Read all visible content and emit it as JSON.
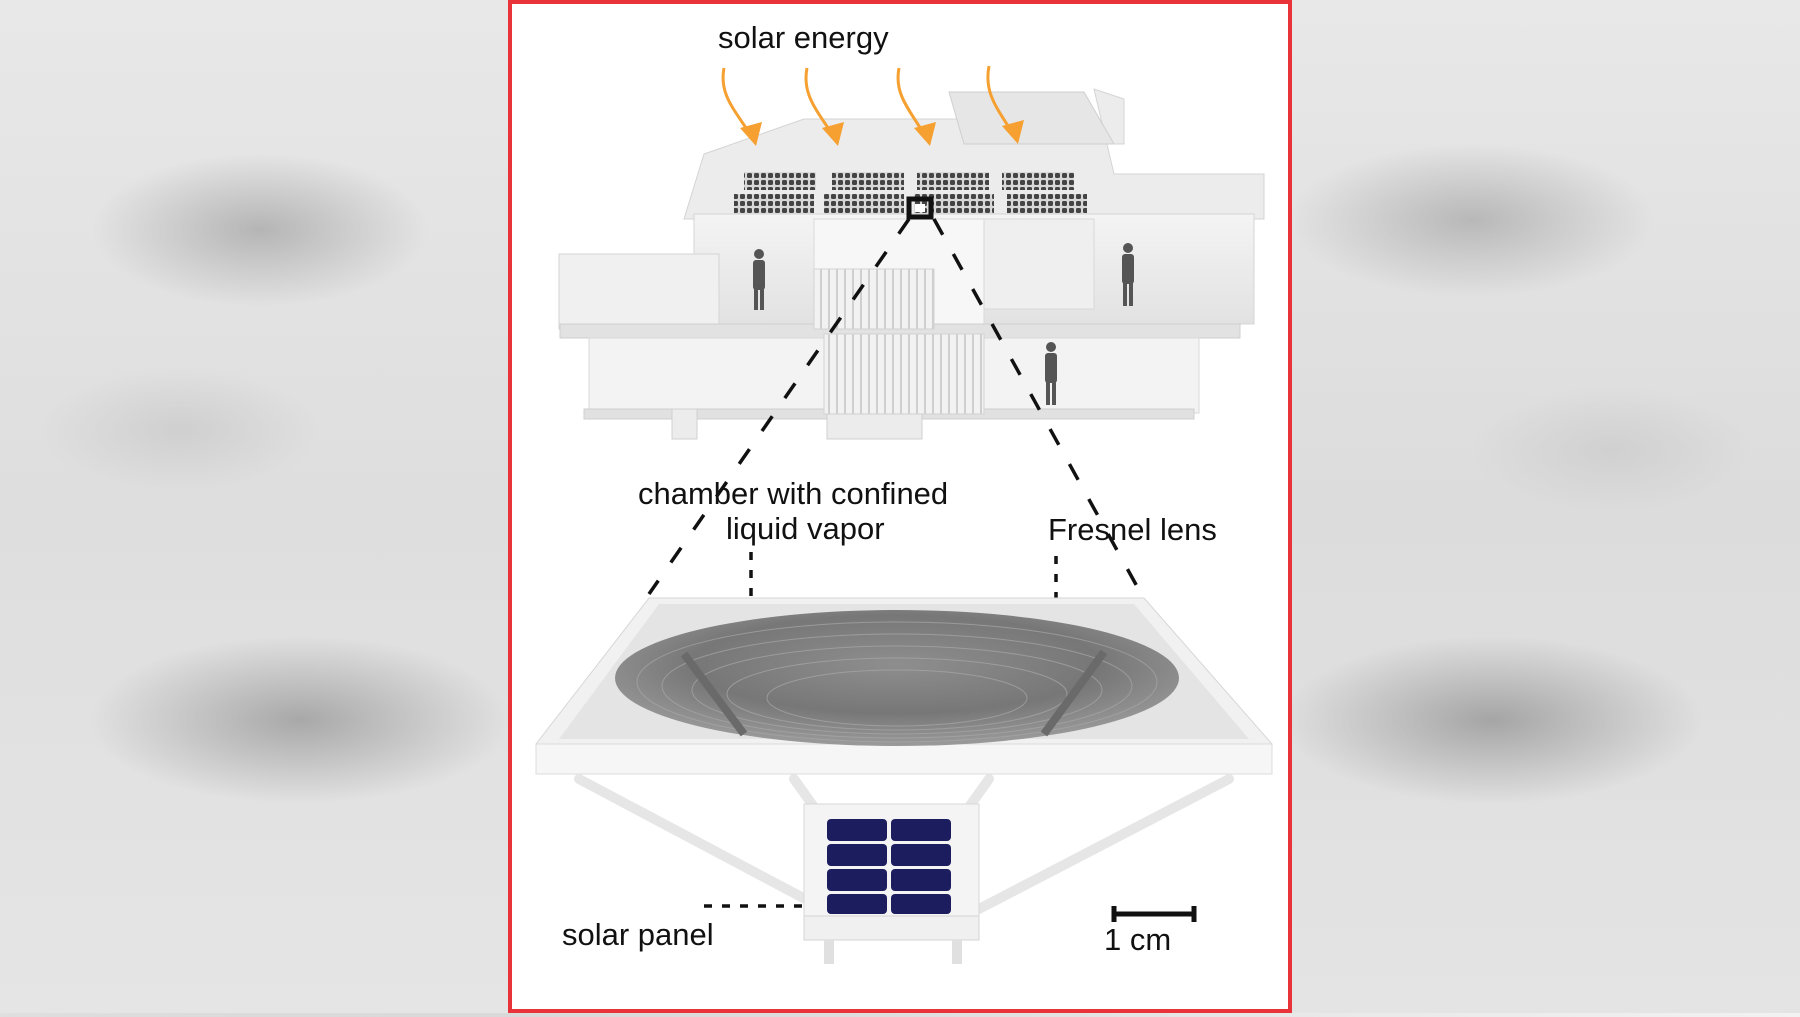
{
  "figure": {
    "frame_color": "#e8333a",
    "labels": {
      "solar_energy": "solar energy",
      "chamber_line1": "chamber with confined",
      "chamber_line2": "liquid vapor",
      "fresnel_lens": "Fresnel lens",
      "solar_panel": "solar panel",
      "scale_bar": "1 cm"
    },
    "arrow_color": "#f5a030",
    "arrow_count": 4,
    "people_count": 3,
    "solar_cell_color": "#1c1d5e",
    "solar_cell_grid": {
      "columns": 2,
      "rows": 4
    }
  }
}
